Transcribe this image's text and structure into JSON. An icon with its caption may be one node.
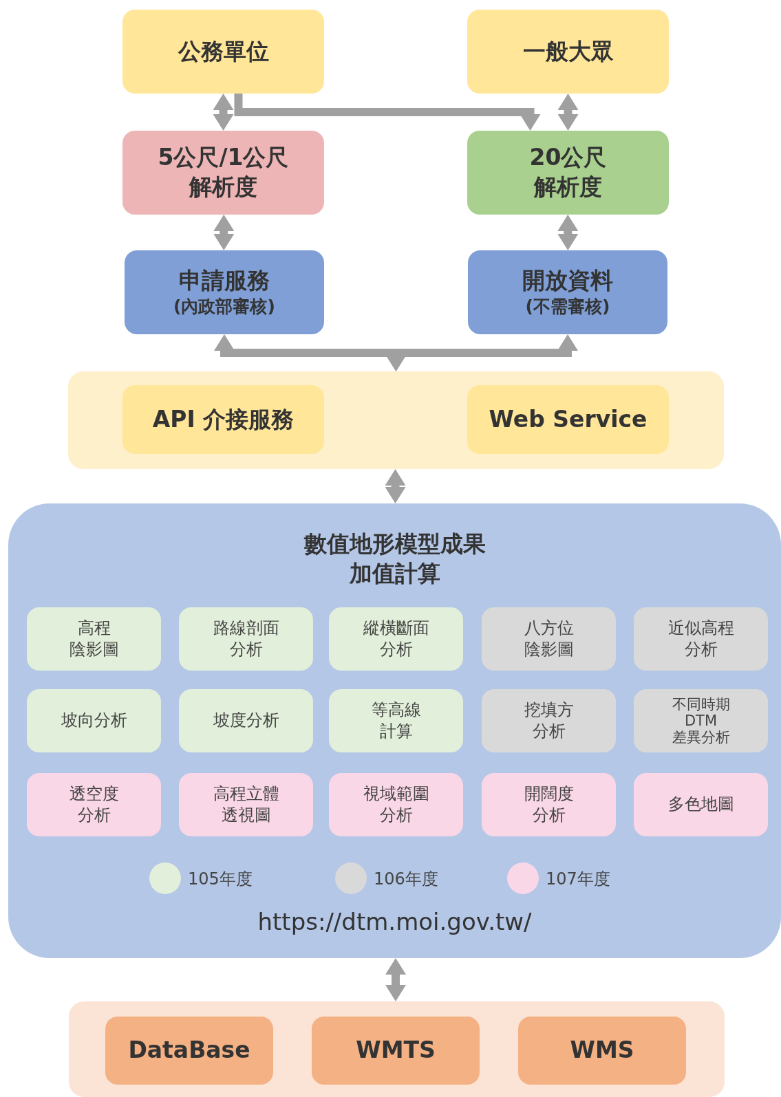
{
  "diagram": {
    "nodes": [
      {
        "text": [
          "公務單位"
        ]
      },
      {
        "text": [
          "一般大眾"
        ]
      },
      {
        "text": [
          "5公尺/1公尺解析度"
        ]
      },
      {
        "text": [
          "20公尺解析度"
        ]
      },
      {
        "text": [
          "申請服務",
          "(內政部審核)"
        ]
      },
      {
        "text": [
          "開放資料",
          "(不需審核)"
        ]
      },
      {
        "text": [],
        "shape": "box"
      },
      {
        "text": [
          "API 介接服務"
        ],
        "in": 6
      },
      {
        "text": [
          "Web Service"
        ],
        "in": 6
      },
      {
        "text": [
          "數值地形模型成果加值計算",
          "https://dtm.moi.gov.tw/"
        ]
      },
      {
        "text": [
          "高程陰影圖"
        ],
        "in": 9
      },
      {
        "text": [
          "路線剖面分析"
        ],
        "in": 9
      },
      {
        "text": [
          "縱橫斷面分析"
        ],
        "in": 9
      },
      {
        "text": [
          "八方位陰影圖"
        ],
        "in": 9
      },
      {
        "text": [
          "近似高程分析"
        ],
        "in": 9
      },
      {
        "text": [
          "坡向分析"
        ],
        "in": 9
      },
      {
        "text": [
          "坡度分析"
        ],
        "in": 9
      },
      {
        "text": [
          "等高線計算"
        ],
        "in": 9
      },
      {
        "text": [
          "挖填方分析"
        ],
        "in": 9
      },
      {
        "text": [
          "不同時期DTM差異分析"
        ],
        "in": 9
      },
      {
        "text": [
          "透空度分析"
        ],
        "in": 9
      },
      {
        "text": [
          "高程立體透視圖"
        ],
        "in": 9
      },
      {
        "text": [
          "視域範圍分析"
        ],
        "in": 9
      },
      {
        "text": [
          "開闊度分析"
        ],
        "in": 9
      },
      {
        "text": [
          "多色地圖"
        ],
        "in": 9
      },
      {
        "text": [],
        "shape": "box"
      },
      {
        "text": [
          "DataBase"
        ],
        "in": 25
      },
      {
        "text": [
          "WMTS"
        ],
        "in": 25
      },
      {
        "text": [
          "WMS"
        ],
        "in": 25
      }
    ],
    "edges": [
      {
        "from": 0,
        "to": 2,
        "arrow": "both"
      },
      {
        "from": 1,
        "to": 3,
        "arrow": "both"
      },
      {
        "from": 0,
        "to": 3,
        "arrow": "to"
      },
      {
        "from": 2,
        "to": 4,
        "arrow": "both"
      },
      {
        "from": 3,
        "to": 5,
        "arrow": "both"
      },
      {
        "from": 4,
        "to": 6,
        "arrow": "both"
      },
      {
        "from": 5,
        "to": 6,
        "arrow": "both"
      },
      {
        "from": 6,
        "to": 9,
        "arrow": "both"
      },
      {
        "from": 9,
        "to": 25,
        "arrow": "both"
      }
    ],
    "legend": [
      {
        "text": "105年度",
        "color": "#e2efda"
      },
      {
        "text": "106年度",
        "color": "#d9d9d9"
      },
      {
        "text": "107年度",
        "color": "#fad7e6"
      }
    ]
  }
}
